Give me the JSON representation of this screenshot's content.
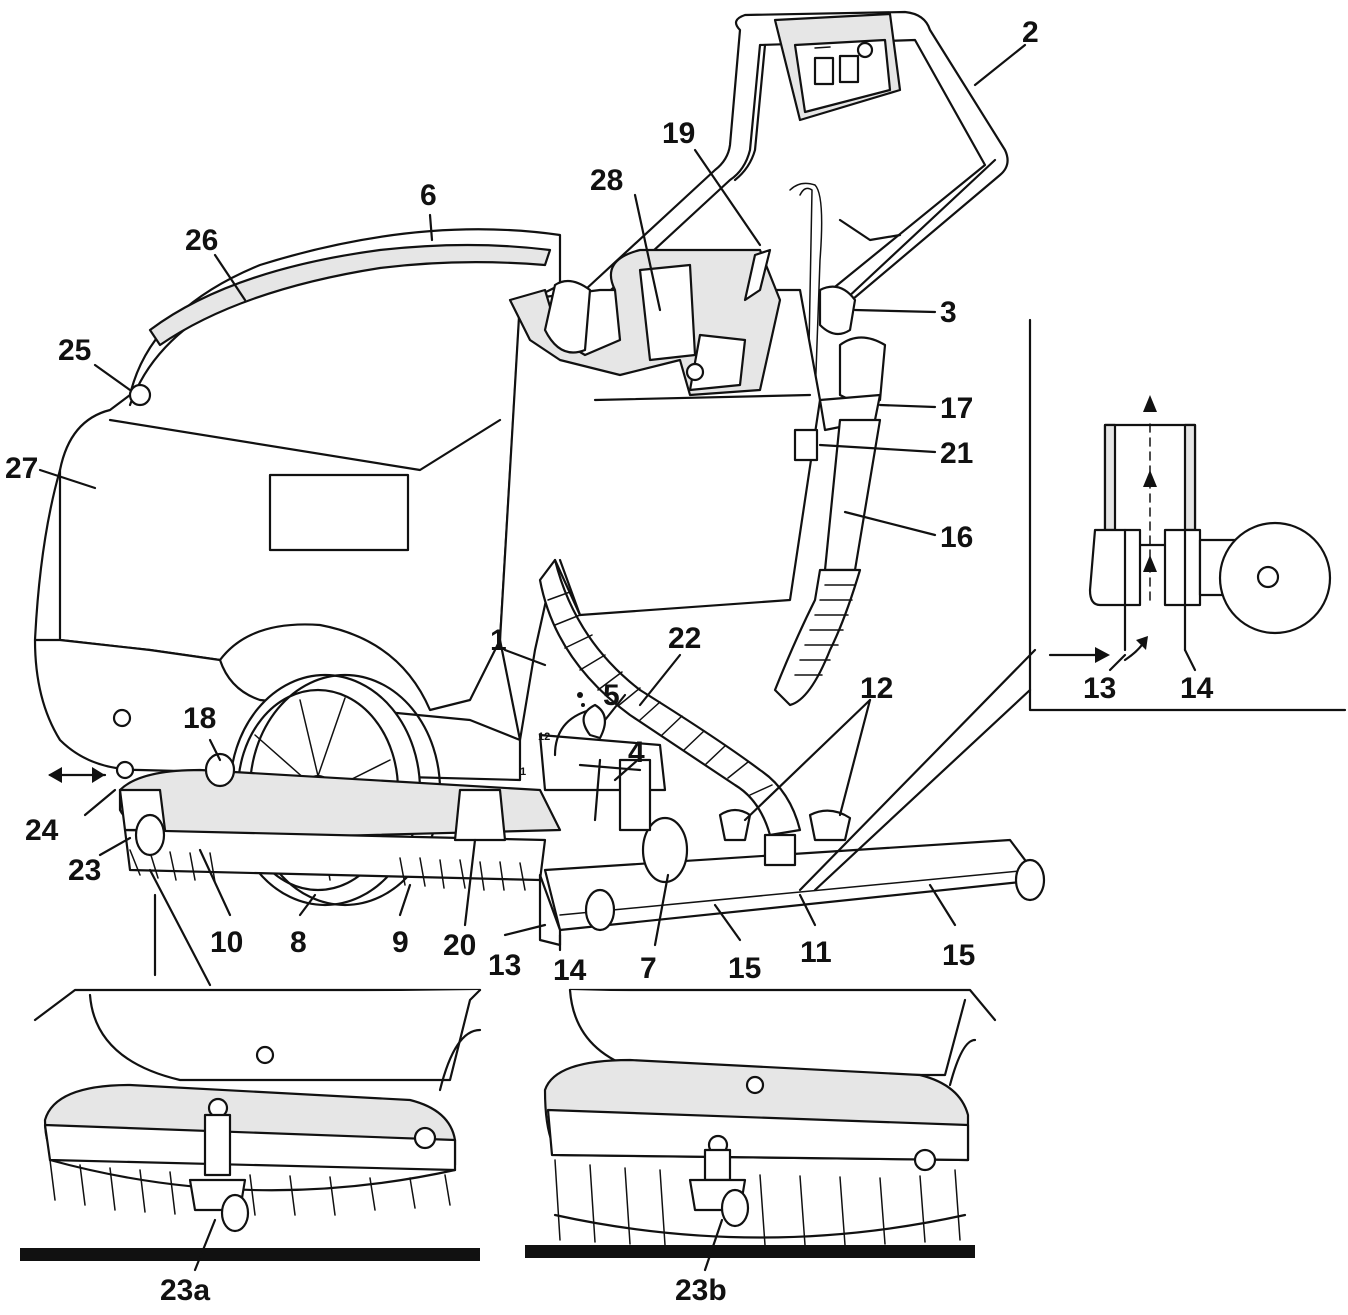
{
  "callouts": {
    "c1": "1",
    "c2": "2",
    "c3": "3",
    "c4": "4",
    "c5": "5",
    "c6": "6",
    "c7": "7",
    "c8": "8",
    "c9": "9",
    "c10": "10",
    "c11": "11",
    "c12": "12",
    "c13": "13",
    "c14": "14",
    "c15a": "15",
    "c15b": "15",
    "c16": "16",
    "c17": "17",
    "c18": "18",
    "c19": "19",
    "c20": "20",
    "c21": "21",
    "c22": "22",
    "c23": "23",
    "c24": "24",
    "c25": "25",
    "c26": "26",
    "c27": "27",
    "c28": "28",
    "c23a": "23a",
    "c23b": "23b",
    "inset_13": "13",
    "inset_14": "14"
  },
  "dial": {
    "level_high": "12",
    "level_low": "1"
  },
  "colors": {
    "line": "#111111",
    "fill": "#ffffff",
    "shade": "#e6e6e6",
    "floor": "#111111"
  }
}
